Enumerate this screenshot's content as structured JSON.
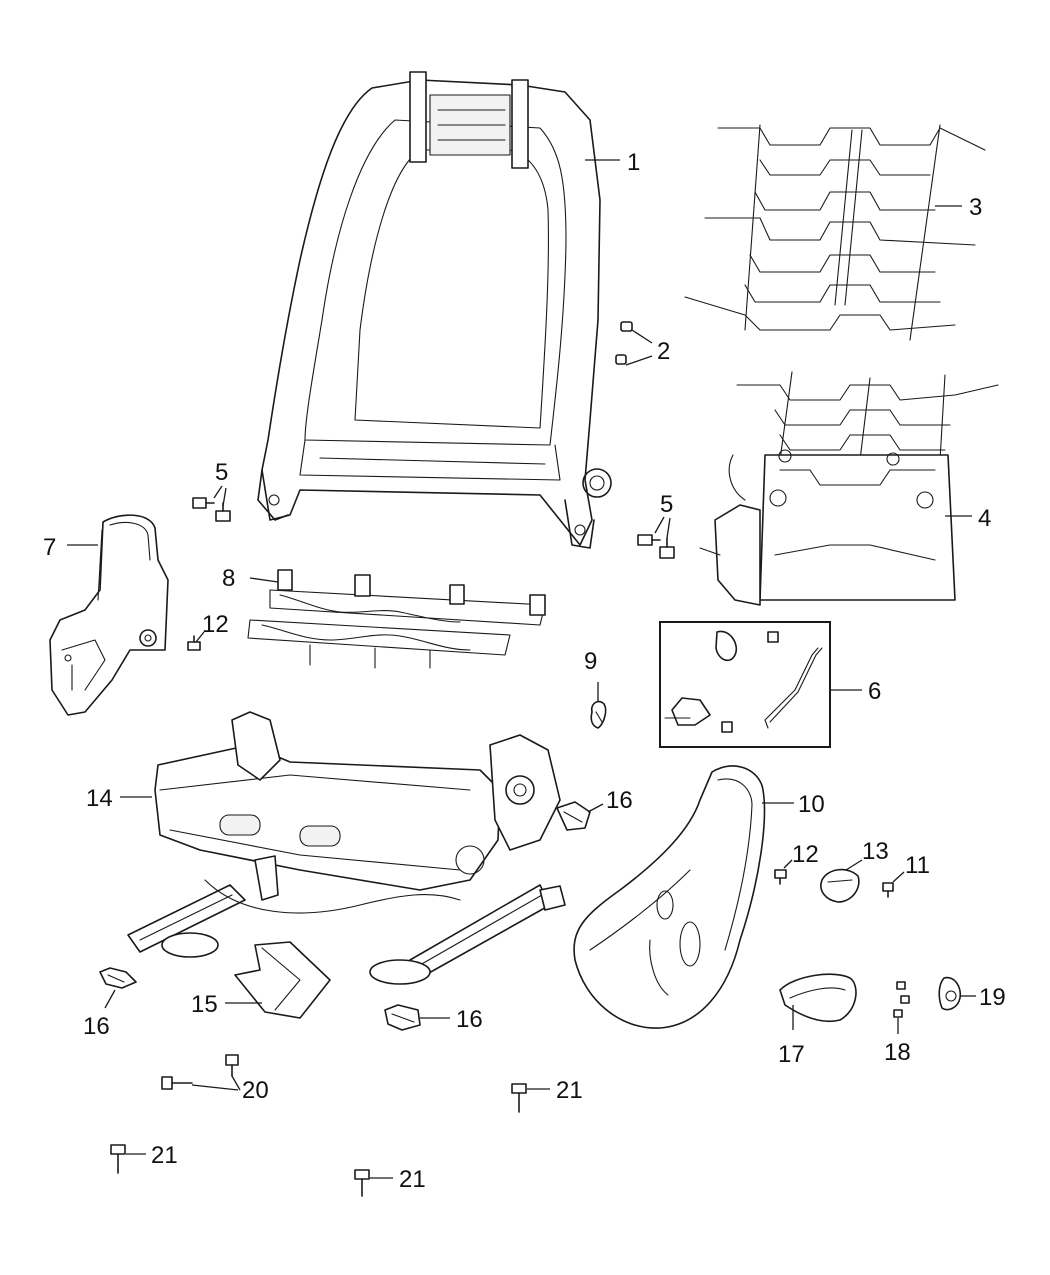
{
  "callouts": [
    {
      "id": "c1",
      "label": "1"
    },
    {
      "id": "c2",
      "label": "2"
    },
    {
      "id": "c3",
      "label": "3"
    },
    {
      "id": "c4",
      "label": "4"
    },
    {
      "id": "c5a",
      "label": "5"
    },
    {
      "id": "c5b",
      "label": "5"
    },
    {
      "id": "c6",
      "label": "6"
    },
    {
      "id": "c7",
      "label": "7"
    },
    {
      "id": "c8",
      "label": "8"
    },
    {
      "id": "c9",
      "label": "9"
    },
    {
      "id": "c10",
      "label": "10"
    },
    {
      "id": "c11",
      "label": "11"
    },
    {
      "id": "c12a",
      "label": "12"
    },
    {
      "id": "c12b",
      "label": "12"
    },
    {
      "id": "c13",
      "label": "13"
    },
    {
      "id": "c14",
      "label": "14"
    },
    {
      "id": "c15",
      "label": "15"
    },
    {
      "id": "c16a",
      "label": "16"
    },
    {
      "id": "c16b",
      "label": "16"
    },
    {
      "id": "c16c",
      "label": "16"
    },
    {
      "id": "c17",
      "label": "17"
    },
    {
      "id": "c18",
      "label": "18"
    },
    {
      "id": "c19",
      "label": "19"
    },
    {
      "id": "c20",
      "label": "20"
    },
    {
      "id": "c21a",
      "label": "21"
    },
    {
      "id": "c21b",
      "label": "21"
    },
    {
      "id": "c21c",
      "label": "21"
    }
  ]
}
